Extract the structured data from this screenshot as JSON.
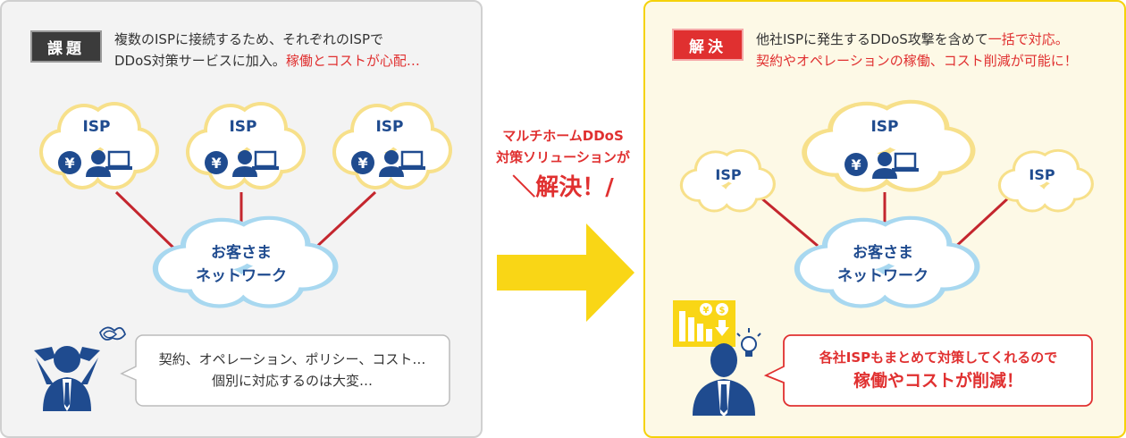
{
  "left": {
    "tag": "課題",
    "desc_line1": "複数のISPに接続するため、それぞれのISPで",
    "desc_line2_a": "DDoS対策サービスに加入。",
    "desc_line2_b": "稼働とコストが心配…",
    "isp_labels": [
      "ISP",
      "ISP",
      "ISP"
    ],
    "customer_line1": "お客さま",
    "customer_line2": "ネットワーク",
    "speech_line1": "契約、オペレーション、ポリシー、コスト…",
    "speech_line2": "個別に対応するのは大変…"
  },
  "middle": {
    "line1": "マルチホームDDoS",
    "line2": "対策ソリューションが",
    "line3": "＼解決！/"
  },
  "right": {
    "tag": "解決",
    "desc_line1_a": "他社ISPに発生するDDoS攻撃を含めて",
    "desc_line1_b": "一括で対応。",
    "desc_line2": "契約やオペレーションの稼働、コスト削減が可能に！",
    "isp_labels": [
      "ISP",
      "ISP",
      "ISP"
    ],
    "customer_line1": "お客さま",
    "customer_line2": "ネットワーク",
    "speech_line1": "各社ISPもまとめて対策してくれるので",
    "speech_line2": "稼働やコストが削減！"
  },
  "icons": [
    "yen-coin-icon",
    "person-laptop-icon",
    "stressed-person-icon",
    "bar-chart-icon",
    "dollar-coin-icon",
    "yen-coin-icon",
    "down-arrow-icon",
    "lightbulb-icon",
    "happy-person-icon"
  ],
  "colors": {
    "red": "#e03030",
    "cloud_yellow_border": "#f7e08a",
    "cloud_blue_border": "#a8d8f0",
    "navy": "#1f4b8f",
    "arrow_yellow": "#f9d616"
  }
}
